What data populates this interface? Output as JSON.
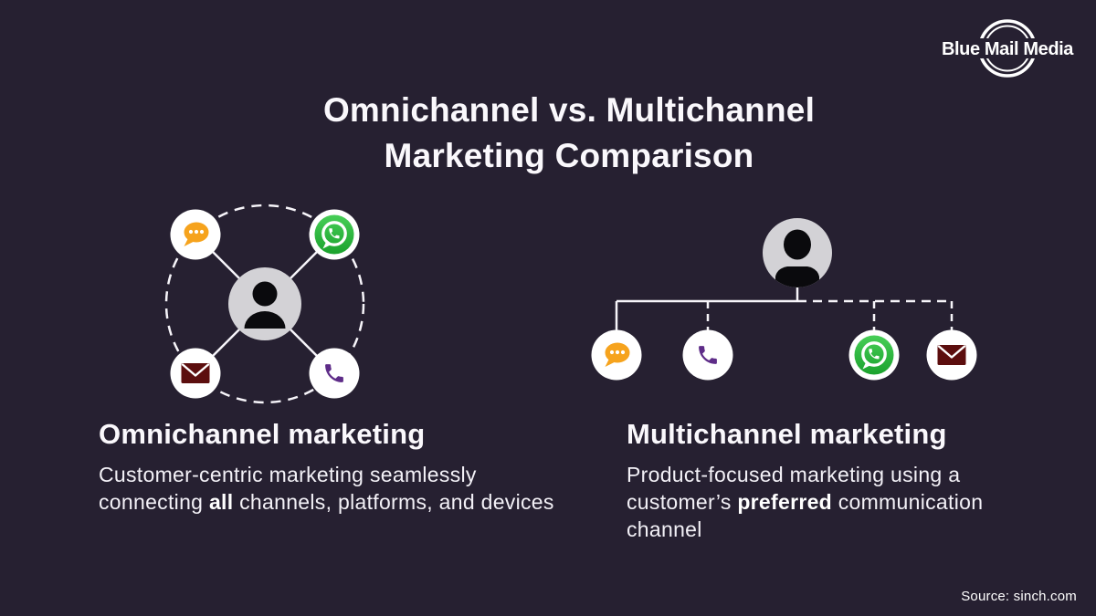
{
  "brand": {
    "name": "Blue Mail Media"
  },
  "title": {
    "line1": "Omnichannel vs. Multichannel",
    "line2": "Marketing Comparison"
  },
  "left": {
    "heading": "Omnichannel marketing",
    "body_before": "Customer-centric marketing seamlessly connecting ",
    "body_bold": "all",
    "body_after": " channels, platforms, and devices",
    "diagram": {
      "type": "hub-and-spoke",
      "center": "customer",
      "channels": [
        "chat",
        "whatsapp",
        "email",
        "phone"
      ],
      "connections": "solid lines from customer to every channel, dashed circle linking all channels"
    }
  },
  "right": {
    "heading": "Multichannel marketing",
    "body_before": "Product-focused marketing using a customer’s ",
    "body_bold": "preferred",
    "body_after": " communication channel",
    "diagram": {
      "type": "tree",
      "root": "customer",
      "channels": [
        "chat",
        "phone",
        "whatsapp",
        "email"
      ],
      "connections": "solid branch to chat (preferred), dashed branches to phone, whatsapp, email"
    }
  },
  "source": {
    "label": "Source: sinch.com"
  },
  "colors": {
    "background": "#262031",
    "text": "#F8F6FB",
    "chat_orange": "#F6A31D",
    "whatsapp_green": "#2BB53C",
    "email_maroon": "#5C0E0E",
    "phone_purple": "#5E2C88",
    "person_gray": "#D3D2D6",
    "line_white": "#F7F5FA"
  }
}
